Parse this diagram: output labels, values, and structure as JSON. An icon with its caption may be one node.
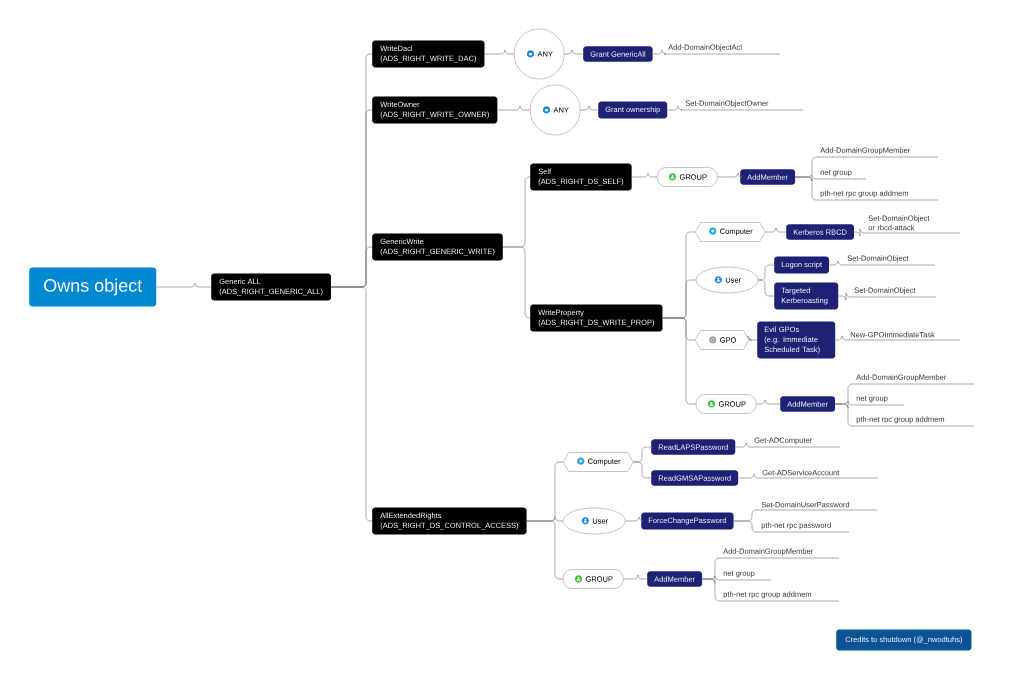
{
  "diagram": {
    "nodes": [
      {
        "text": [
          "Owns object"
        ]
      },
      {
        "text": [
          "Generic ALL",
          "(ADS_RIGHT_GENERIC_ALL)"
        ]
      },
      {
        "text": [
          "WriteDacl",
          "(ADS_RIGHT_WRITE_DAC)"
        ]
      },
      {
        "text": [
          "ANY"
        ]
      },
      {
        "text": [
          "Grant GenericAll"
        ]
      },
      {
        "text": [
          "Add-DomainObjectAcl"
        ]
      },
      {
        "text": [
          "WriteOwner",
          "(ADS_RIGHT_WRITE_OWNER)"
        ]
      },
      {
        "text": [
          "ANY"
        ]
      },
      {
        "text": [
          "Grant ownership"
        ]
      },
      {
        "text": [
          "Set-DomainObjectOwner"
        ]
      },
      {
        "text": [
          "GenericWrite",
          "(ADS_RIGHT_GENERIC_WRITE)"
        ]
      },
      {
        "text": [
          "Self",
          "(ADS_RIGHT_DS_SELF)"
        ]
      },
      {
        "text": [
          "GROUP"
        ]
      },
      {
        "text": [
          "AddMember"
        ]
      },
      {
        "text": [
          "Add-DomainGroupMember"
        ]
      },
      {
        "text": [
          "net group"
        ]
      },
      {
        "text": [
          "pth-net rpc group addmem"
        ]
      },
      {
        "text": [
          "WriteProperty",
          "(ADS_RIGHT_DS_WRITE_PROP)"
        ]
      },
      {
        "text": [
          "Computer"
        ]
      },
      {
        "text": [
          "Kerberos RBCD"
        ]
      },
      {
        "text": [
          "Set-DomainObject or rbcd-attack"
        ]
      },
      {
        "text": [
          "User"
        ]
      },
      {
        "text": [
          "Logon script"
        ]
      },
      {
        "text": [
          "Set-DomainObject"
        ]
      },
      {
        "text": [
          "Targeted Kerberoasting"
        ]
      },
      {
        "text": [
          "Set-DomainObject"
        ]
      },
      {
        "text": [
          "GPO"
        ]
      },
      {
        "text": [
          "Evil GPOs",
          "(e.g. Immediate Scheduled Task)"
        ]
      },
      {
        "text": [
          "New-GPOImmediateTask"
        ]
      },
      {
        "text": [
          "GROUP"
        ]
      },
      {
        "text": [
          "AddMember"
        ]
      },
      {
        "text": [
          "Add-DomainGroupMember"
        ]
      },
      {
        "text": [
          "net group"
        ]
      },
      {
        "text": [
          "pth-net rpc group addmem"
        ]
      },
      {
        "text": [
          "AllExtendedRights",
          "(ADS_RIGHT_DS_CONTROL_ACCESS)"
        ]
      },
      {
        "text": [
          "Computer"
        ]
      },
      {
        "text": [
          "ReadLAPSPassword"
        ]
      },
      {
        "text": [
          "Get-ADComputer"
        ]
      },
      {
        "text": [
          "ReadGMSAPassword"
        ]
      },
      {
        "text": [
          "Get-ADServiceAccount"
        ]
      },
      {
        "text": [
          "User"
        ]
      },
      {
        "text": [
          "ForceChangePassword"
        ]
      },
      {
        "text": [
          "Set-DomainUserPassword"
        ]
      },
      {
        "text": [
          "pth-net rpc password"
        ]
      },
      {
        "text": [
          "GROUP"
        ]
      },
      {
        "text": [
          "AddMember"
        ]
      },
      {
        "text": [
          "Add-DomainGroupMember"
        ]
      },
      {
        "text": [
          "net group"
        ]
      },
      {
        "text": [
          "pth-net rpc group addmem"
        ]
      },
      {
        "text": [
          "Credits to shutdown (@_nwodtuhs)"
        ]
      }
    ],
    "edges": [
      {
        "from": 0,
        "to": 1,
        "arrow": "none"
      },
      {
        "from": 1,
        "to": 2,
        "arrow": "none"
      },
      {
        "from": 1,
        "to": 6,
        "arrow": "none"
      },
      {
        "from": 1,
        "to": 10,
        "arrow": "none"
      },
      {
        "from": 1,
        "to": 34,
        "arrow": "none"
      },
      {
        "from": 2,
        "to": 3,
        "arrow": "none"
      },
      {
        "from": 3,
        "to": 4,
        "arrow": "none"
      },
      {
        "from": 4,
        "to": 5,
        "arrow": "none"
      },
      {
        "from": 6,
        "to": 7,
        "arrow": "none"
      },
      {
        "from": 7,
        "to": 8,
        "arrow": "none"
      },
      {
        "from": 8,
        "to": 9,
        "arrow": "none"
      },
      {
        "from": 10,
        "to": 11,
        "arrow": "none"
      },
      {
        "from": 10,
        "to": 17,
        "arrow": "none"
      },
      {
        "from": 11,
        "to": 12,
        "arrow": "none"
      },
      {
        "from": 12,
        "to": 13,
        "arrow": "none"
      },
      {
        "from": 13,
        "to": 14,
        "arrow": "none"
      },
      {
        "from": 13,
        "to": 15,
        "arrow": "none"
      },
      {
        "from": 13,
        "to": 16,
        "arrow": "none"
      },
      {
        "from": 17,
        "to": 18,
        "arrow": "none"
      },
      {
        "from": 17,
        "to": 21,
        "arrow": "none"
      },
      {
        "from": 17,
        "to": 26,
        "arrow": "none"
      },
      {
        "from": 17,
        "to": 29,
        "arrow": "none"
      },
      {
        "from": 18,
        "to": 19,
        "arrow": "none"
      },
      {
        "from": 19,
        "to": 20,
        "arrow": "none"
      },
      {
        "from": 21,
        "to": 22,
        "arrow": "none"
      },
      {
        "from": 21,
        "to": 24,
        "arrow": "none"
      },
      {
        "from": 22,
        "to": 23,
        "arrow": "none"
      },
      {
        "from": 24,
        "to": 25,
        "arrow": "none"
      },
      {
        "from": 26,
        "to": 27,
        "arrow": "none"
      },
      {
        "from": 27,
        "to": 28,
        "arrow": "none"
      },
      {
        "from": 29,
        "to": 30,
        "arrow": "none"
      },
      {
        "from": 30,
        "to": 31,
        "arrow": "none"
      },
      {
        "from": 30,
        "to": 32,
        "arrow": "none"
      },
      {
        "from": 30,
        "to": 33,
        "arrow": "none"
      },
      {
        "from": 34,
        "to": 35,
        "arrow": "none"
      },
      {
        "from": 34,
        "to": 40,
        "arrow": "none"
      },
      {
        "from": 34,
        "to": 44,
        "arrow": "none"
      },
      {
        "from": 35,
        "to": 36,
        "arrow": "none"
      },
      {
        "from": 35,
        "to": 38,
        "arrow": "none"
      },
      {
        "from": 36,
        "to": 37,
        "arrow": "none"
      },
      {
        "from": 38,
        "to": 39,
        "arrow": "none"
      },
      {
        "from": 40,
        "to": 41,
        "arrow": "none"
      },
      {
        "from": 41,
        "to": 42,
        "arrow": "none"
      },
      {
        "from": 41,
        "to": 43,
        "arrow": "none"
      },
      {
        "from": 44,
        "to": 45,
        "arrow": "none"
      },
      {
        "from": 45,
        "to": 46,
        "arrow": "none"
      },
      {
        "from": 45,
        "to": 47,
        "arrow": "none"
      },
      {
        "from": 45,
        "to": 48,
        "arrow": "none"
      }
    ]
  }
}
